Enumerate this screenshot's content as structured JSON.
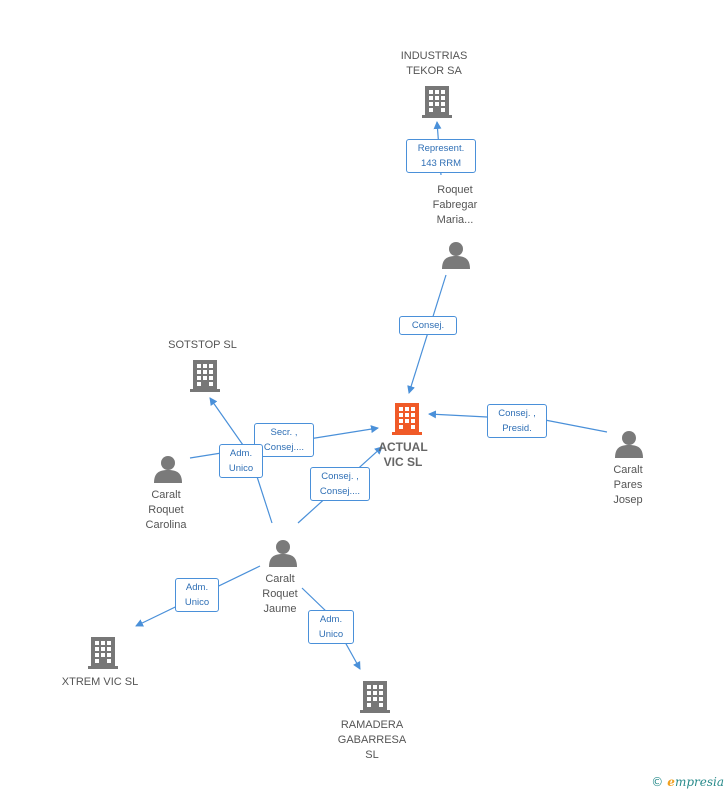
{
  "colors": {
    "edge": "#4a90d9",
    "company": "#777777",
    "main_company": "#f05a28",
    "person": "#7a7a7a"
  },
  "nodes": {
    "industrias_tekor": {
      "label": "INDUSTRIAS\nTEKOR SA",
      "icon": "building-icon"
    },
    "roquet_fabregar": {
      "label": "Roquet\nFabregar\nMaria...",
      "icon": "person-icon"
    },
    "sotstop": {
      "label": "SOTSTOP  SL",
      "icon": "building-icon"
    },
    "actual_vic": {
      "label": "ACTUAL\nVIC SL",
      "icon": "building-icon"
    },
    "caralt_pares": {
      "label": "Caralt\nPares\nJosep",
      "icon": "person-icon"
    },
    "caralt_carolina": {
      "label": "Caralt\nRoquet\nCarolina",
      "icon": "person-icon"
    },
    "caralt_jaume": {
      "label": "Caralt\nRoquet\nJaume",
      "icon": "person-icon"
    },
    "xtrem_vic": {
      "label": "XTREM VIC SL",
      "icon": "building-icon"
    },
    "ramadera": {
      "label": "RAMADERA\nGABARRESA\nSL",
      "icon": "building-icon"
    }
  },
  "edges": {
    "represent": "Represent.\n143 RRM",
    "consej_maria": "Consej.",
    "secr_consej": "Secr. ,\nConsej....",
    "adm_unico_carolina": "Adm.\nUnico",
    "consej_consej": "Consej. ,\nConsej....",
    "consej_presid": "Consej. ,\nPresid.",
    "adm_unico_xtrem": "Adm.\nUnico",
    "adm_unico_ramadera": "Adm.\nUnico"
  },
  "footer": {
    "copyright_symbol": "©",
    "brand_initial": "e",
    "brand_rest": "mpresia"
  }
}
